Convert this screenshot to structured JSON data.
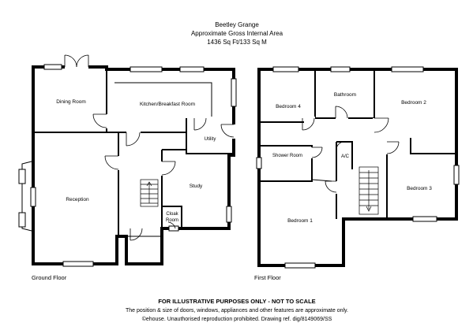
{
  "header": {
    "title": "Beetley Grange",
    "subtitle": "Approximate Gross Internal Area",
    "area": "1436 Sq Ft/133 Sq M"
  },
  "ground_floor": {
    "label": "Ground Floor",
    "rooms": {
      "dining": "Dining Room",
      "kitchen": "Kitchen/Breakfast Room",
      "utility": "Utility",
      "reception": "Reception",
      "study": "Study",
      "cloak_line1": "Cloak",
      "cloak_line2": "Room"
    }
  },
  "first_floor": {
    "label": "First Floor",
    "rooms": {
      "bedroom4": "Bedroom 4",
      "bathroom": "Bathroom",
      "bedroom2": "Bedroom 2",
      "shower": "Shower Room",
      "ac": "A/C",
      "bedroom3": "Bedroom 3",
      "bedroom1": "Bedroom 1"
    }
  },
  "footer": {
    "line1": "FOR ILLUSTRATIVE PURPOSES ONLY - NOT TO SCALE",
    "line2": "The position & size of doors, windows, appliances and other features are approximate only.",
    "line3": "©ehouse. Unauthorised reproduction prohibited. Drawing ref. dig/8149069/SS"
  }
}
